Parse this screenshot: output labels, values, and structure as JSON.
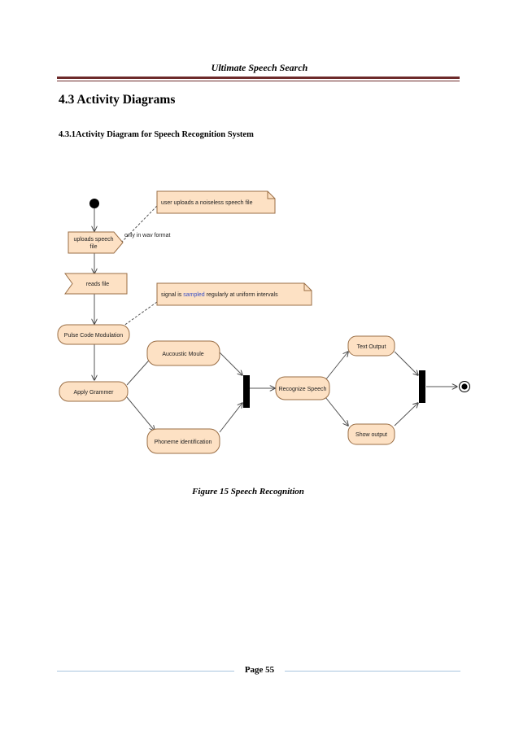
{
  "header": {
    "title": "Ultimate Speech Search"
  },
  "section": {
    "heading": "4.3 Activity Diagrams"
  },
  "subsection": {
    "heading": "4.3.1Activity Diagram for Speech Recognition System"
  },
  "diagram": {
    "nodes": {
      "uploads": [
        "uploads speech",
        "file"
      ],
      "reads": "reads file",
      "pcm": "Pulse Code Modulation",
      "grammar": "Apply Grammer",
      "acoustic": "Aucoustic Moule",
      "phoneme": "Phoneme identification",
      "recognize": "Recognize Speech",
      "text_output": "Text Output",
      "show_output": "Show output"
    },
    "notes": {
      "note1": "user uploads a noiseless speech file",
      "note2_before": "signal is ",
      "note2_highlight": "sampled",
      "note2_after": " regularly at uniform intervals",
      "wav_label": "only in wav format"
    },
    "colors": {
      "node_fill": "#fde1c4",
      "node_stroke": "#9a6e45",
      "highlight": "#3a4fc4"
    }
  },
  "figure": {
    "caption": "Figure 15 Speech Recognition"
  },
  "footer": {
    "page_label": "Page 55"
  }
}
